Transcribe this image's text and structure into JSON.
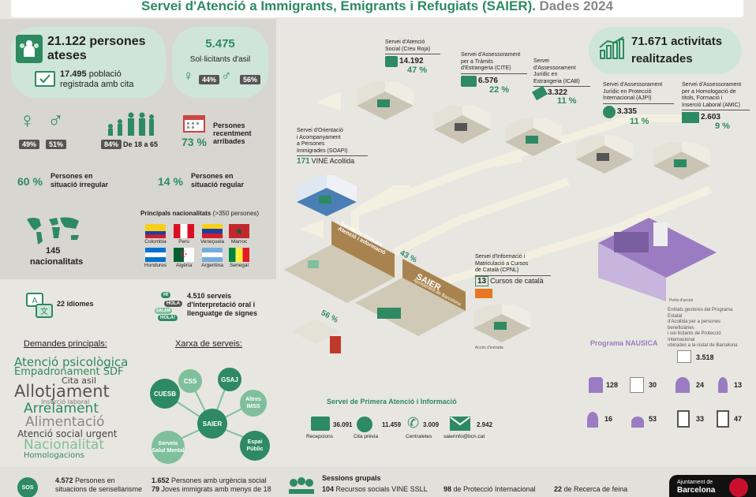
{
  "title": {
    "main": "Servei d'Atenció a Immigrants, Emigrants i Refugiats (SAIER).",
    "year": "Dades 2024"
  },
  "colors": {
    "accent": "#2d8a62",
    "panel": "#d8d6d0",
    "pill": "#cfe5d9",
    "purple": "#9b7cc2",
    "dark": "#555555"
  },
  "persons": {
    "total": "21.122 persones",
    "total2": "ateses",
    "registered_num": "17.495",
    "registered_text": "població",
    "registered_text2": "registrada amb cita"
  },
  "asylum": {
    "num": "5.475",
    "label": "Sol·licitants d'asil",
    "female": "44%",
    "male": "56%"
  },
  "gender": {
    "female": "49%",
    "male": "51%",
    "age_pct": "84%",
    "age_label": "De 18 a 65"
  },
  "recent": {
    "label1": "Persones",
    "label2": "recentment",
    "label3": "arribades",
    "pct": "73 %"
  },
  "irregular": {
    "pct": "60 %",
    "label1": "Persones en",
    "label2": "situació irregular"
  },
  "regular": {
    "pct": "14 %",
    "label1": "Persones en",
    "label2": "situació regular"
  },
  "nationalities": {
    "count": "145",
    "label": "nacionalitats",
    "title": "Principals nacionalitats",
    "subtitle": "(>350 persones)",
    "flags": [
      "Colombia",
      "Perú",
      "Veneçuela",
      "Marroc",
      "Hondures",
      "Algèria",
      "Argentina",
      "Senegal"
    ]
  },
  "languages": {
    "count": "22 idiomes"
  },
  "interpretation": {
    "num": "4.510",
    "label1": "serveis",
    "label2": "d'interpretació oral i",
    "label3": "llenguatge de signes",
    "bubbles": [
      "HI",
      "HOLA",
      "SALAM",
      "HOLA!"
    ]
  },
  "demands": {
    "title": "Demandes principals:",
    "words": [
      "Atenció psicològica",
      "Empadronament SDF",
      "Cita asil",
      "Allotjament",
      "Inserció laboral",
      "Arrelament",
      "Alimentació",
      "Atenció social urgent",
      "Nacionalitat",
      "Homologacions"
    ]
  },
  "network": {
    "title": "Xarxa de serveis:",
    "nodes": [
      "CUESB",
      "CSS",
      "GSAJ",
      "Altres IMSS",
      "SAIER",
      "Serveis Salut Mental",
      "Espai Públic"
    ]
  },
  "activities": {
    "num": "71.671",
    "label1": "activitats",
    "label2": "realitzades"
  },
  "services": [
    {
      "name": [
        "Servei d'Atenció",
        "Social (Creu Roja)"
      ],
      "num": "14.192",
      "pct": "47 %"
    },
    {
      "name": [
        "Servei d'Assessorament",
        "per a Tràmits",
        "d'Estrangeria (CITE)"
      ],
      "num": "6.576",
      "pct": "22 %"
    },
    {
      "name": [
        "Servei",
        "d'Assessorament",
        "Jurídic en",
        "Estrangeria (ICAB)"
      ],
      "num": "3.322",
      "pct": "11 %"
    },
    {
      "name": [
        "Servei d'Assessorament",
        "Jurídic en Protecció",
        "Internacional (AJPI)"
      ],
      "num": "3.335",
      "pct": "11 %"
    },
    {
      "name": [
        "Servei d'Assessorament",
        "per a Homologació de",
        "títols, Formació i",
        "Inserció Laboral (AMIC)"
      ],
      "num": "2.603",
      "pct": "9 %"
    }
  ],
  "soapi": {
    "name": [
      "Servei d'Orientació",
      "i Acompanyament",
      "a Persones",
      "Immigrades (SOAPI)"
    ],
    "num": "171",
    "label": "VINE Acollida"
  },
  "cpnl": {
    "name": [
      "Servei d'Informació i",
      "Matriculació a Cursos",
      "de Català (CPNL)"
    ],
    "num": "13",
    "label": "Cursos de català"
  },
  "building": {
    "front": "Servei de Primera Atenció i Informació",
    "saier": "SAIER",
    "saier_sub": "Ajuntament de Barcelona",
    "pct_a": "43 %",
    "pct_b": "56 %"
  },
  "first_attention": {
    "title": "Servei de Primera Atenció i Informació",
    "items": [
      {
        "num": "36.091",
        "label": "Recepcions",
        "icon": "reception-icon"
      },
      {
        "num": "11.459",
        "label": "Cita prèvia",
        "icon": "globe-icon"
      },
      {
        "num": "3.009",
        "label": "Centraletes",
        "icon": "phone-icon"
      },
      {
        "num": "2.942",
        "label": "saierinfo@bcn.cat",
        "icon": "mail-icon"
      }
    ]
  },
  "nausica": {
    "title": "Programa NAUSICA",
    "desc": [
      "Entitats gestores del Programa Estatal",
      "d'Acollida per a persones beneficiàries",
      "i sol·licitants de Protecció Internacional",
      "ubicades a la ciutat de Barcelona"
    ],
    "port_label": "Porta d'accés",
    "total": "3.518",
    "stats": [
      "128",
      "30",
      "24",
      "13",
      "16",
      "53",
      "33",
      "47"
    ]
  },
  "access_label": "Accés d'entrada",
  "sos": {
    "icon_text": "SOS",
    "num": "4.572",
    "label1": "Persones en",
    "label2": "situacions de sensellarisme",
    "urgent_num": "1.652",
    "urgent_label": "Persones amb urgència social",
    "young_num": "79",
    "young_label": "Joves immigrats amb menys de 18"
  },
  "group": {
    "title": "Sessions grupals",
    "items": [
      {
        "num": "104",
        "label": "Recursos socials VINE SSLL"
      },
      {
        "num": "98",
        "label": "de Protecció Internacional"
      },
      {
        "num": "22",
        "label": "de Recerca de feina"
      }
    ]
  },
  "logo": {
    "line1": "Ajuntament de",
    "line2": "Barcelona"
  }
}
